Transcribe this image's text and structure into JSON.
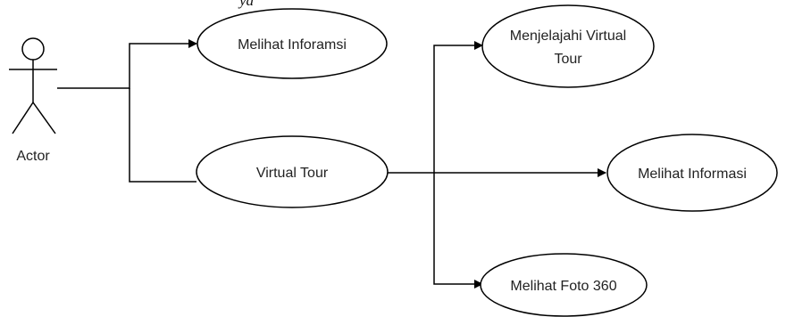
{
  "top_text": "ya",
  "actor": {
    "label": "Actor"
  },
  "use_cases": {
    "melihat_inforamsi": "Melihat Inforamsi",
    "virtual_tour": "Virtual Tour",
    "menjelajahi_line1": "Menjelajahi Virtual",
    "menjelajahi_line2": "Tour",
    "melihat_informasi": "Melihat Informasi",
    "melihat_foto_360": "Melihat Foto 360"
  },
  "colors": {
    "stroke": "#000000",
    "fill": "#ffffff",
    "text": "#222222"
  }
}
